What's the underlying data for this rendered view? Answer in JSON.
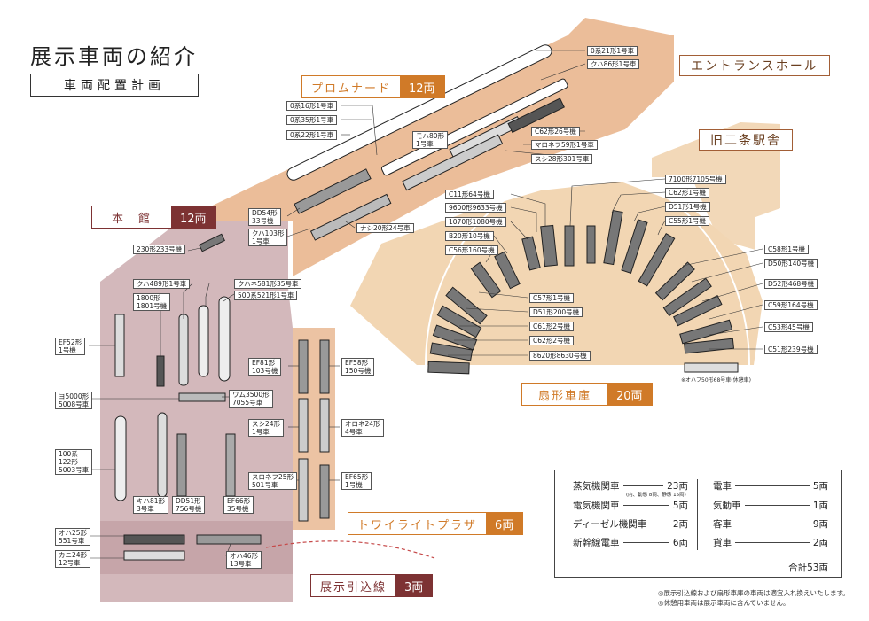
{
  "title": "展示車両の紹介",
  "subtitle": "車両配置計画",
  "areas": {
    "promenade": {
      "name": "プロムナード",
      "count": "12両"
    },
    "honkan": {
      "name": "本　館",
      "count": "12両"
    },
    "fan": {
      "name": "扇形車庫",
      "count": "20両"
    },
    "twilight": {
      "name": "トワイライトプラザ",
      "count": "6両"
    },
    "hikikomi": {
      "name": "展示引込線",
      "count": "3両"
    }
  },
  "places": {
    "entrance": "エントランスホール",
    "station": "旧二条駅舎"
  },
  "labels": {
    "p1": "0系21形1号車",
    "p2": "クハ86形1号車",
    "p3": "0系16形1号車",
    "p4": "0系35形1号車",
    "p5": "0系22形1号車",
    "p6": "モハ80形\n1号車",
    "p7": "C62形26号機",
    "p8": "マロネフ59形1号車",
    "p9": "スシ28形301号車",
    "p10": "DD54形\n33号機",
    "p11": "クハ103形\n1号車",
    "p12": "ナシ20形24号車",
    "h1": "230形233号機",
    "h2": "クハ489形1号車",
    "h3": "クハネ581形35号車",
    "h4": "1800形\n1801号機",
    "h5": "500系521形1号車",
    "h6": "EF52形\n1号機",
    "h7": "ヨ5000形\n5008号車",
    "h8": "ワム3500形\n7055号車",
    "h9": "100系\n122形\n5003号車",
    "h10": "キハ81形\n3号車",
    "h11": "DD51形\n756号機",
    "h12": "EF66形\n35号機",
    "t1": "EF81形\n103号機",
    "t2": "EF58形\n150号機",
    "t3": "スシ24形\n1号車",
    "t4": "オロネ24形\n4号車",
    "t5": "スロネフ25形\n501号車",
    "t6": "EF65形\n1号機",
    "k1": "オハ25形\n551号車",
    "k2": "カニ24形\n12号車",
    "k3": "オハ46形\n13号車",
    "f1": "7100形7105号機",
    "f2": "C62形1号機",
    "f3": "C11形64号機",
    "f4": "D51形1号機",
    "f5": "9600形9633号機",
    "f6": "C55形1号機",
    "f7": "1070形1080号機",
    "f8": "B20形10号機",
    "f9": "C56形160号機",
    "f10": "C58形1号機",
    "f11": "D50形140号機",
    "f12": "D52形468号機",
    "f13": "C57形1号機",
    "f14": "C59形164号機",
    "f15": "D51形200号機",
    "f16": "C61形2号機",
    "f17": "C53形45号機",
    "f18": "C62形2号機",
    "f19": "C51形239号機",
    "f20": "8620形8630号機",
    "f21": "※オハフ50形68号車(休憩車)"
  },
  "legend": {
    "rows": [
      {
        "name": "蒸気機関車",
        "count": "23両"
      },
      {
        "name": "電気機関車",
        "count": "5両"
      },
      {
        "name": "ディーゼル機関車",
        "count": "2両"
      },
      {
        "name": "新幹線電車",
        "count": "6両"
      },
      {
        "name": "電車",
        "count": "5両"
      },
      {
        "name": "気動車",
        "count": "1両"
      },
      {
        "name": "客車",
        "count": "9両"
      },
      {
        "name": "貨車",
        "count": "2両"
      }
    ],
    "steam_note": "(内、動態 8両、静態 15両)",
    "total": "合計53両"
  },
  "notes": [
    "◎展示引込線および扇形車庫の車両は適宜入れ換えいたします。",
    "◎休憩用車両は展示車両に含んでいません。"
  ],
  "colors": {
    "promenade": "#e9b792",
    "honkan": "#ceb1b4",
    "fan": "#f2d5b0",
    "honkan_badge": "#7d3233",
    "orange_badge": "#d07a28"
  }
}
